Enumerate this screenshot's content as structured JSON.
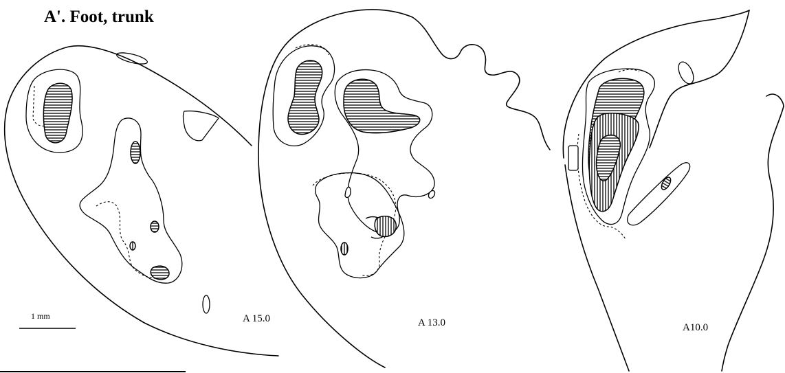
{
  "figure": {
    "panel_title": "A'.  Foot, trunk",
    "scale_bar_label": "1 mm",
    "sections": [
      {
        "label": "A 15.0"
      },
      {
        "label": "A 13.0"
      },
      {
        "label": "A10.0"
      }
    ]
  }
}
